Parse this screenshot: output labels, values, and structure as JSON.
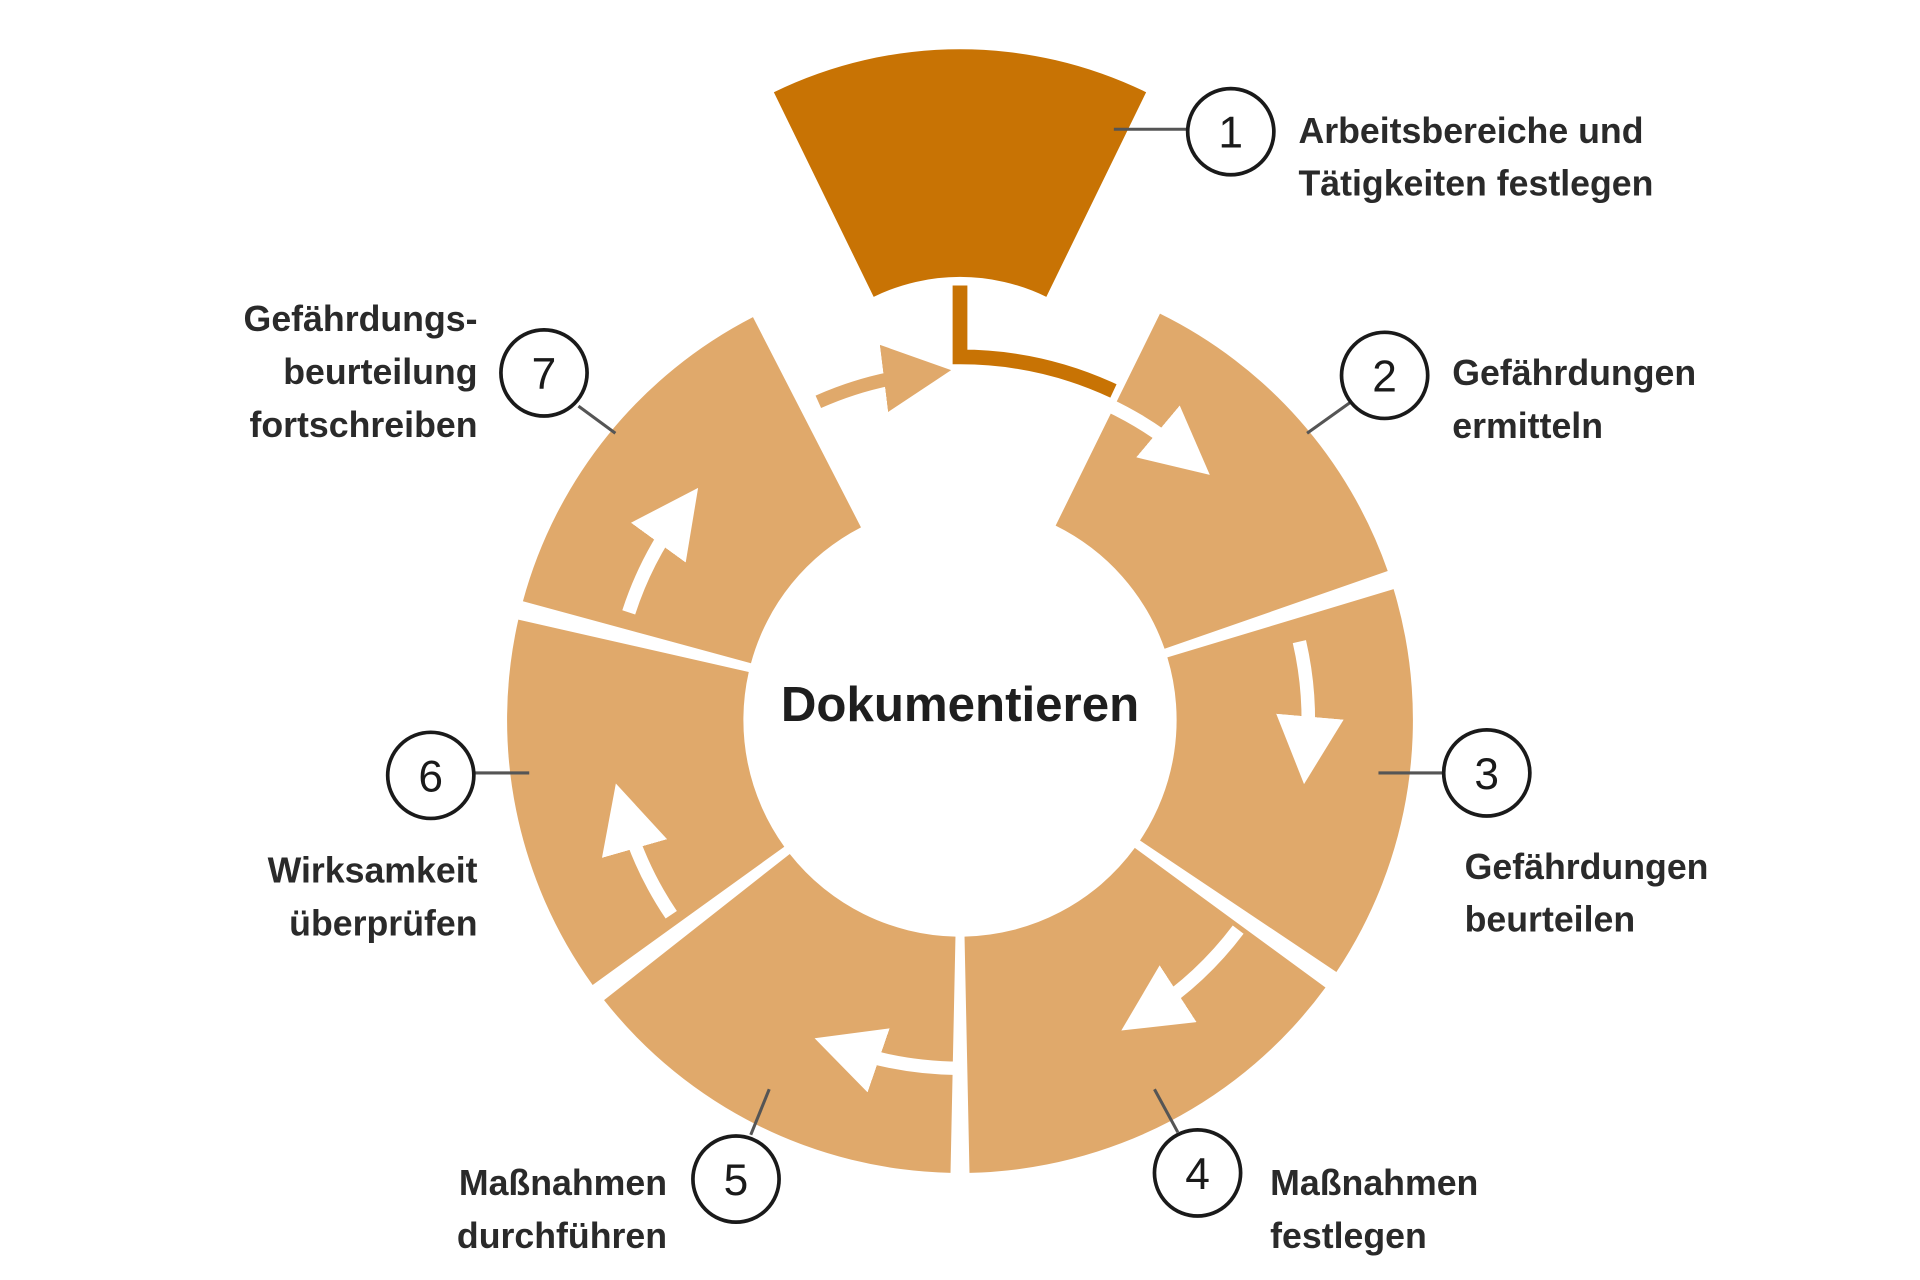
{
  "center_label": "Dokumentieren",
  "colors": {
    "primary_step": "#C87304",
    "ring_segment": "#E0A96B",
    "arrow": "#FFFFFF",
    "text": "#2A2A2A"
  },
  "steps": [
    {
      "number": "1",
      "lines": [
        "Arbeitsbereiche und",
        "Tätigkeiten festlegen"
      ]
    },
    {
      "number": "2",
      "lines": [
        "Gefährdungen",
        "ermitteln"
      ]
    },
    {
      "number": "3",
      "lines": [
        "Gefährdungen",
        "beurteilen"
      ]
    },
    {
      "number": "4",
      "lines": [
        "Maßnahmen",
        "festlegen"
      ]
    },
    {
      "number": "5",
      "lines": [
        "Maßnahmen",
        "durchführen"
      ]
    },
    {
      "number": "6",
      "lines": [
        "Wirksamkeit",
        "überprüfen"
      ]
    },
    {
      "number": "7",
      "lines": [
        "Gefährdungs-",
        "beurteilung",
        "fortschreiben"
      ]
    }
  ]
}
